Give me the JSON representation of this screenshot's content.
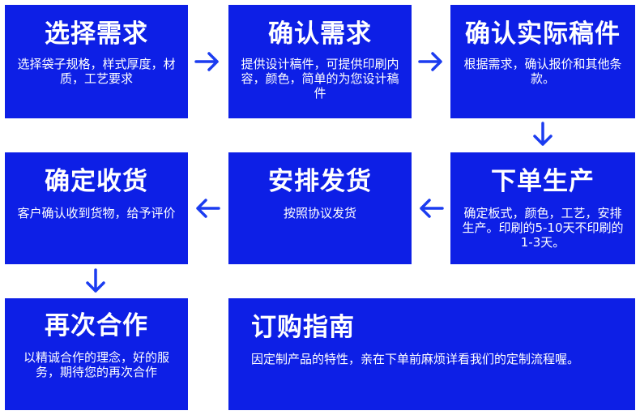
{
  "steps": [
    {
      "title": "选择需求",
      "desc": "选择袋子规格，样式厚度，材质，工艺要求"
    },
    {
      "title": "确认需求",
      "desc": "提供设计稿件，可提供印刷内容，颜色，简单的为您设计稿件"
    },
    {
      "title": "确认实际稿件",
      "desc": "根据需求，确认报价和其他条款。"
    },
    {
      "title": "确定收货",
      "desc": "客户确认收到货物，给予评价"
    },
    {
      "title": "安排发货",
      "desc": "按照协议发货"
    },
    {
      "title": "下单生产",
      "desc": "确定板式，颜色，工艺，安排生产。印刷的5-10天不印刷的1-3天。"
    },
    {
      "title": "再次合作",
      "desc": "以精诚合作的理念，好的服务，期待您的再次合作"
    }
  ],
  "guide": {
    "title": "订购指南",
    "desc": "因定制产品的特性，亲在下单前麻烦详看我们的定制流程喔。"
  },
  "colors": {
    "box": "#0d1fe6",
    "arrow": "#1b3cf0",
    "text": "#ffffff"
  }
}
